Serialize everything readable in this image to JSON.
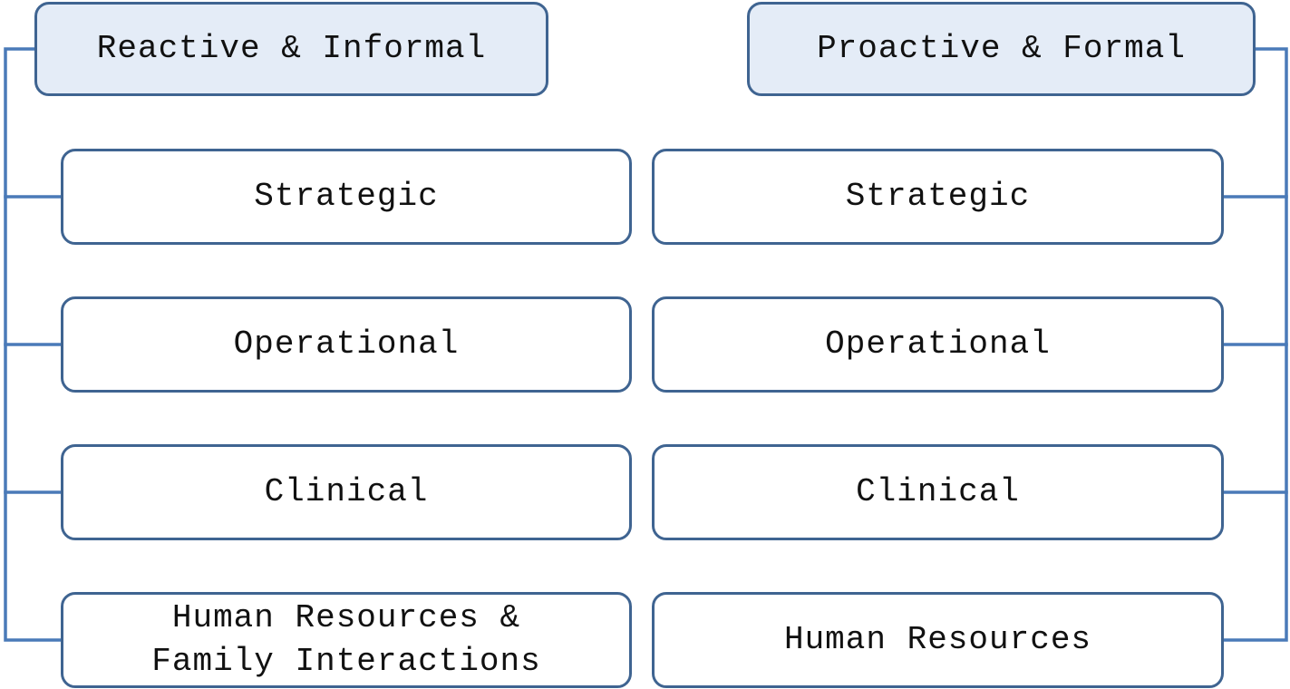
{
  "colors": {
    "border": "#3f6491",
    "connector": "#4a7ab8",
    "header_fill": "#e4ecf7",
    "box_fill": "#ffffff",
    "text": "#111111"
  },
  "left_group": {
    "header": "Reactive & Informal",
    "items": [
      "Strategic",
      "Operational",
      "Clinical",
      "Human Resources &\nFamily Interactions"
    ]
  },
  "right_group": {
    "header": "Proactive & Formal",
    "items": [
      "Strategic",
      "Operational",
      "Clinical",
      "Human Resources"
    ]
  }
}
